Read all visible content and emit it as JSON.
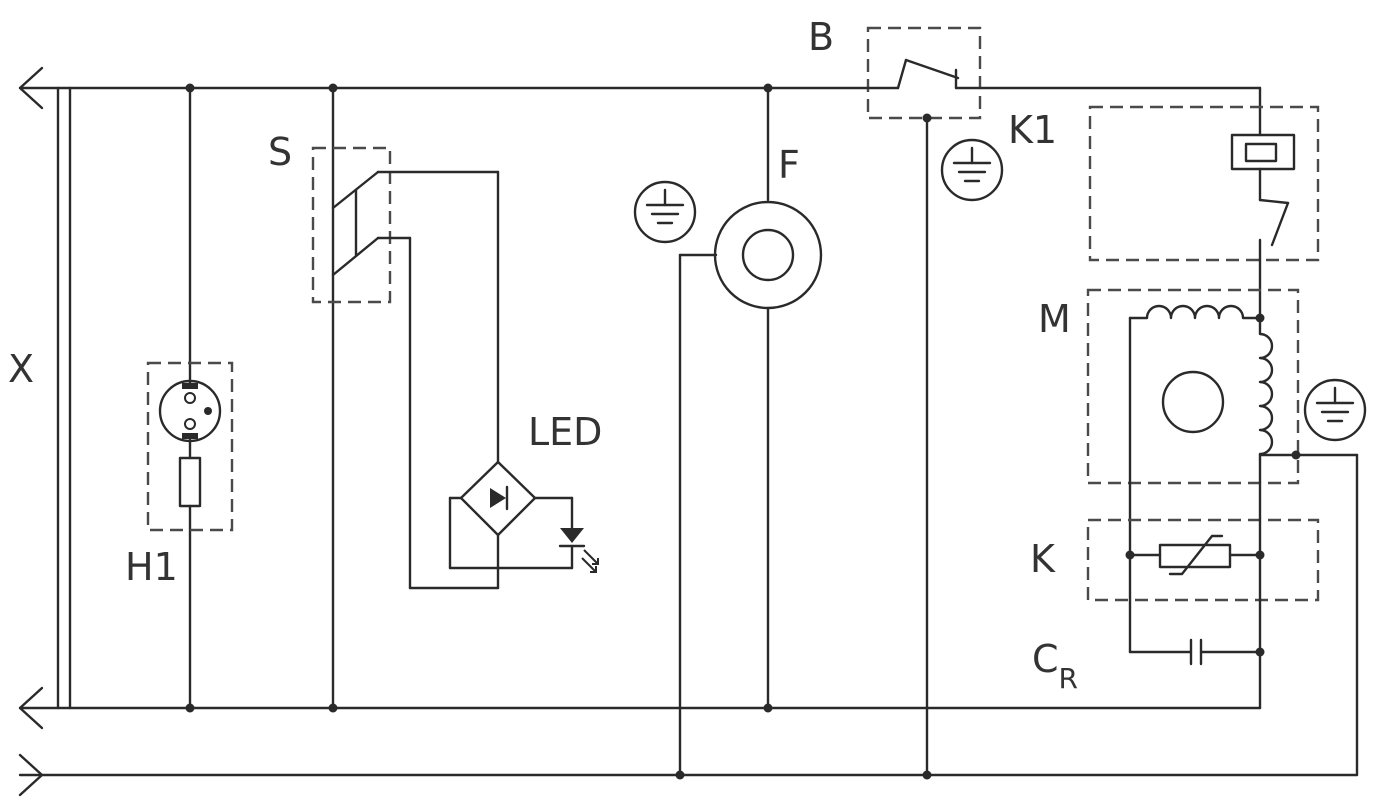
{
  "labels": {
    "x": "X",
    "h1": "H1",
    "s": "S",
    "led": "LED",
    "f": "F",
    "b": "B",
    "k1": "K1",
    "m": "M",
    "k": "K",
    "cr_main": "C",
    "cr_sub": "R"
  },
  "components": {
    "socket": "socket-outlet-icon",
    "resistor": "resistor-icon",
    "switch": "double-pole-switch-icon",
    "bridge": "diode-bridge-icon",
    "led": "led-icon",
    "lamp": "fan-motor-icon",
    "thermostat": "thermostat-switch-icon",
    "relay": "relay-icon",
    "motor": "compressor-motor-icon",
    "ptc": "ptc-thermistor-icon",
    "capacitor": "capacitor-icon",
    "ground": "ground-icon"
  }
}
